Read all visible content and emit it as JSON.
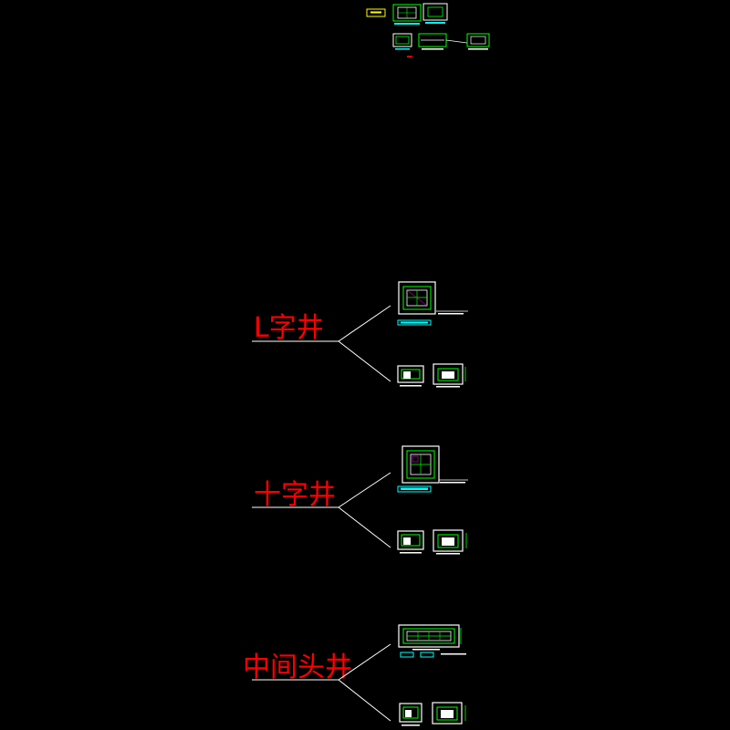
{
  "drawing": {
    "background_color": "#000000",
    "leader_line_color": "#ffffff",
    "label_color": "#ff0000",
    "detail_colors": {
      "outline": "#ffffff",
      "green": "#00ff00",
      "cyan": "#00ffff",
      "yellow": "#ffff00",
      "red": "#ff0000",
      "magenta": "#ff00ff"
    },
    "groups": [
      {
        "label": "L字井"
      },
      {
        "label": "十字井"
      },
      {
        "label": "中间头井"
      }
    ]
  }
}
